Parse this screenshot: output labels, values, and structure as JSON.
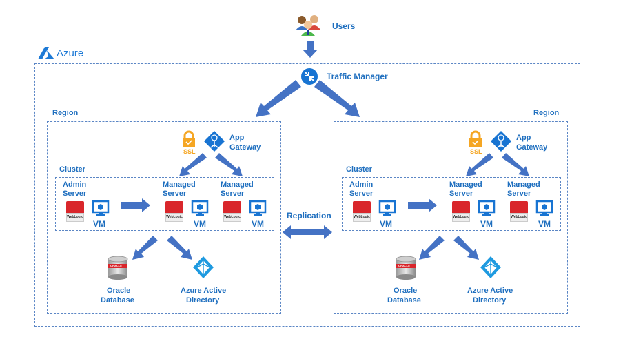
{
  "azure": {
    "label": "Azure"
  },
  "users": {
    "label": "Users"
  },
  "traffic_manager": {
    "label": "Traffic Manager"
  },
  "replication": {
    "label": "Replication"
  },
  "colors": {
    "label_blue": "#1f6fbf",
    "arrow_blue": "#4472c4",
    "border_blue": "#5b86c5",
    "ssl_orange": "#f5a623",
    "weblogic_red": "#d9262b"
  },
  "regions": [
    {
      "label": "Region",
      "ssl_label": "SSL",
      "app_gateway": {
        "line1": "App",
        "line2": "Gateway"
      },
      "cluster_label": "Cluster",
      "servers": [
        {
          "line1": "Admin",
          "line2": "Server",
          "vm": "VM",
          "logo": "WebLogic"
        },
        {
          "line1": "Managed",
          "line2": "Server",
          "vm": "VM",
          "logo": "WebLogic"
        },
        {
          "line1": "Managed",
          "line2": "Server",
          "vm": "VM",
          "logo": "WebLogic"
        }
      ],
      "database": {
        "line1": "Oracle",
        "line2": "Database",
        "badge": "ORACLE"
      },
      "aad": {
        "line1": "Azure Active",
        "line2": "Directory"
      }
    },
    {
      "label": "Region",
      "ssl_label": "SSL",
      "app_gateway": {
        "line1": "App",
        "line2": "Gateway"
      },
      "cluster_label": "Cluster",
      "servers": [
        {
          "line1": "Admin",
          "line2": "Server",
          "vm": "VM",
          "logo": "WebLogic"
        },
        {
          "line1": "Managed",
          "line2": "Server",
          "vm": "VM",
          "logo": "WebLogic"
        },
        {
          "line1": "Managed",
          "line2": "Server",
          "vm": "VM",
          "logo": "WebLogic"
        }
      ],
      "database": {
        "line1": "Oracle",
        "line2": "Database",
        "badge": "ORACLE"
      },
      "aad": {
        "line1": "Azure Active",
        "line2": "Directory"
      }
    }
  ]
}
